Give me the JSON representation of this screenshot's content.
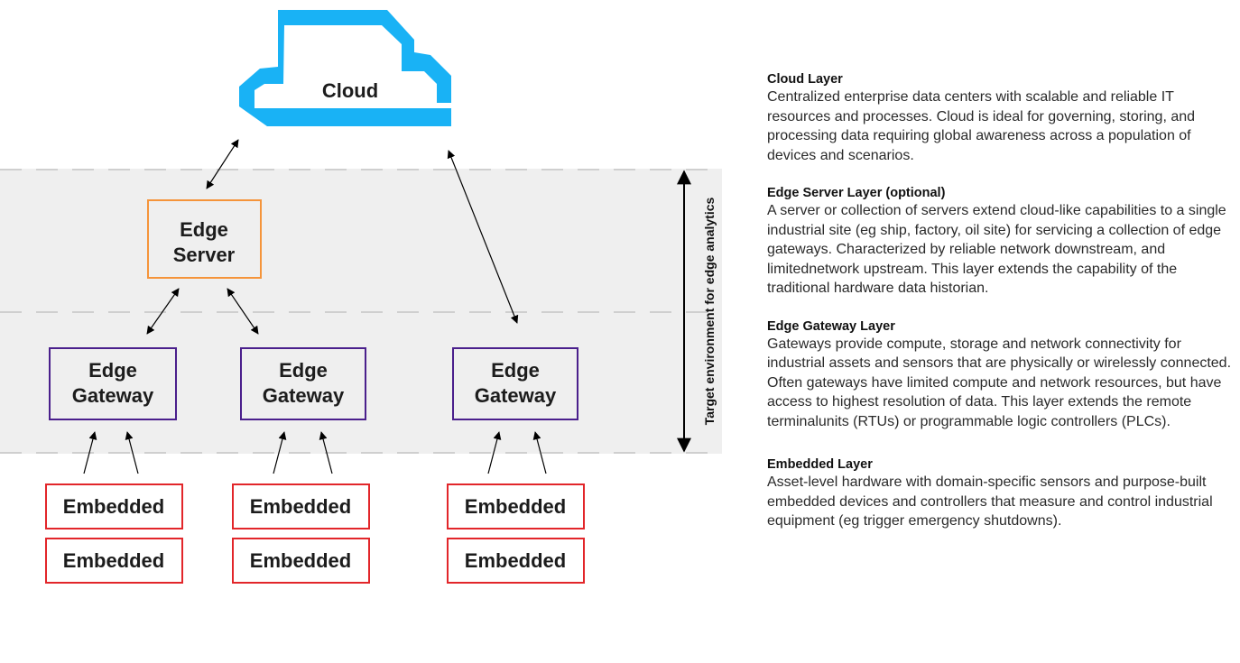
{
  "diagram": {
    "cloud_label": "Cloud",
    "edge_server_label": [
      "Edge",
      "Server"
    ],
    "edge_gateway_label": [
      "Edge",
      "Gateway"
    ],
    "embedded_label": "Embedded",
    "target_environment_label": "Target environment for edge analytics"
  },
  "layers": [
    {
      "title": "Cloud Layer",
      "description": "Centralized enterprise data centers with scalable and reliable IT resources and processes. Cloud is ideal for governing, storing, and processing data requiring global awareness across a population of devices and scenarios."
    },
    {
      "title": "Edge Server Layer (optional)",
      "description": "A server or collection of servers extend cloud-like capabilities to a single industrial site (eg ship, factory, oil site) for servicing a collection of edge gateways. Characterized by reliable network downstream, and limitednetwork upstream. This layer extends the capability of the traditional hardware data historian."
    },
    {
      "title": "Edge Gateway Layer",
      "description": "Gateways provide compute, storage and network connectivity for industrial assets and sensors that are physically or wirelessly connected. Often gateways have limited compute and network resources, but have access to highest resolution of data. This layer extends the remote terminalunits (RTUs) or programmable logic controllers (PLCs)."
    },
    {
      "title": "Embedded Layer",
      "description": "Asset-level hardware with domain-specific sensors and purpose-built embedded devices and controllers that measure and control industrial equipment (eg trigger emergency shutdowns)."
    }
  ],
  "colors": {
    "cloud": "#19b2f5",
    "edge_server_border": "#f5943a",
    "edge_gateway_border": "#4a1f8c",
    "embedded_border": "#e2262a",
    "band_fill": "#efefef",
    "dash": "#cfcfcf"
  }
}
